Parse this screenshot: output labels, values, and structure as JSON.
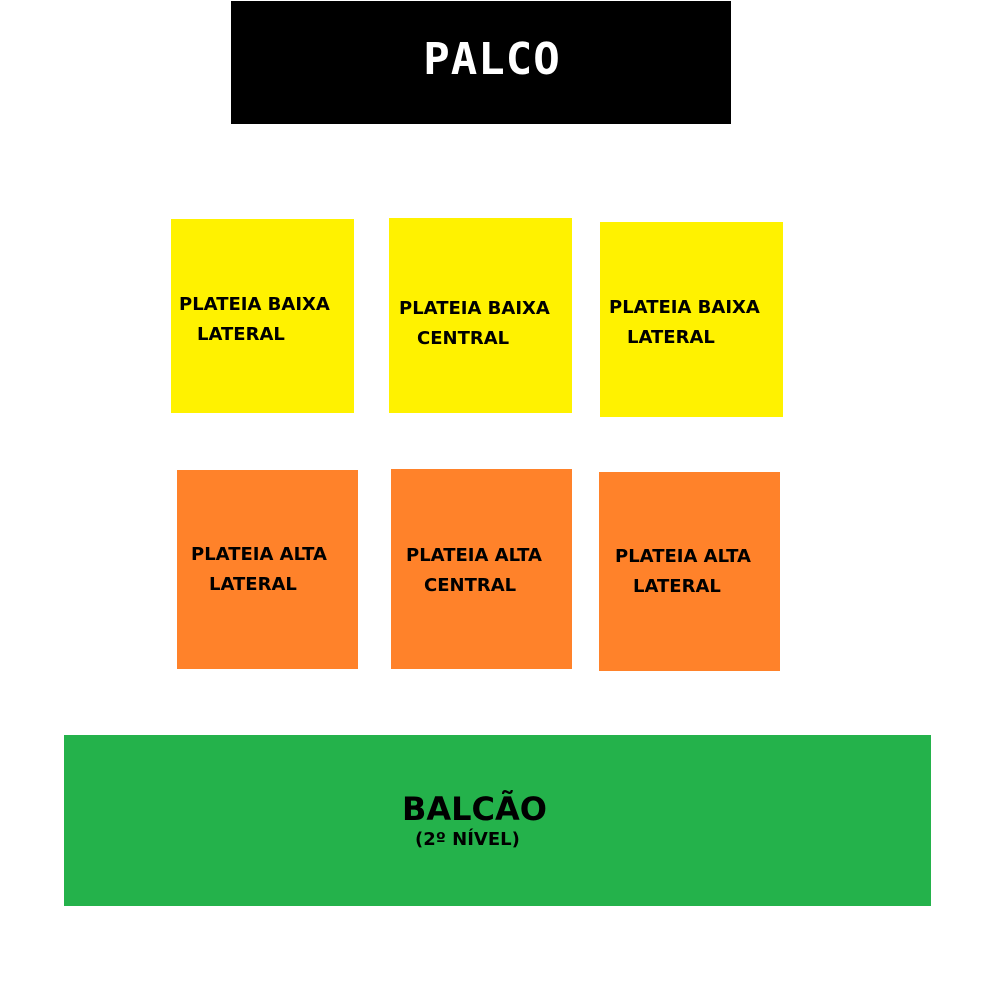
{
  "colors": {
    "stage": "#000000",
    "stage_text": "#ffffff",
    "plateia_baixa": "#fff200",
    "plateia_alta": "#ff822a",
    "balcao": "#24b24b",
    "sector_text": "#000000"
  },
  "stage": {
    "label": "PALCO"
  },
  "plateia_baixa": [
    {
      "line1": "PLATEIA BAIXA",
      "line2": "LATERAL"
    },
    {
      "line1": "PLATEIA BAIXA",
      "line2": "CENTRAL"
    },
    {
      "line1": "PLATEIA BAIXA",
      "line2": "LATERAL"
    }
  ],
  "plateia_alta": [
    {
      "line1": "PLATEIA ALTA",
      "line2": "LATERAL"
    },
    {
      "line1": "PLATEIA ALTA",
      "line2": "CENTRAL"
    },
    {
      "line1": "PLATEIA ALTA",
      "line2": "LATERAL"
    }
  ],
  "balcao": {
    "title": "BALCÃO",
    "subtitle": "(2º NÍVEL)"
  }
}
